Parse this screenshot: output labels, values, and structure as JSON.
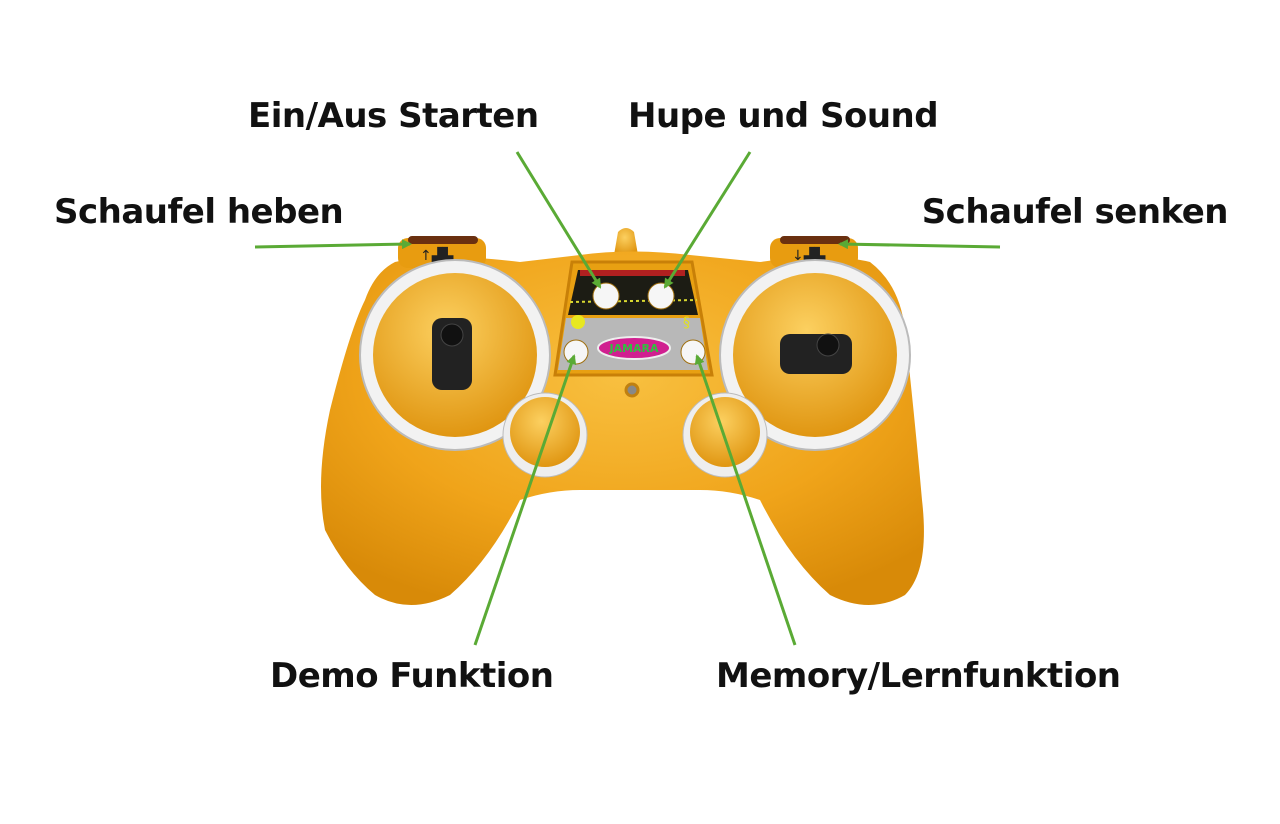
{
  "labels": {
    "power_start": "Ein/Aus Starten",
    "horn_sound": "Hupe und Sound",
    "shovel_raise": "Schaufel heben",
    "shovel_lower": "Schaufel senken",
    "demo": "Demo Funktion",
    "memory": "Memory/Lernfunktion"
  },
  "logo": "JAMARA",
  "colors": {
    "body": "#f0a41a",
    "arrow": "#5aaa35",
    "ring": "#e8e8e8"
  }
}
